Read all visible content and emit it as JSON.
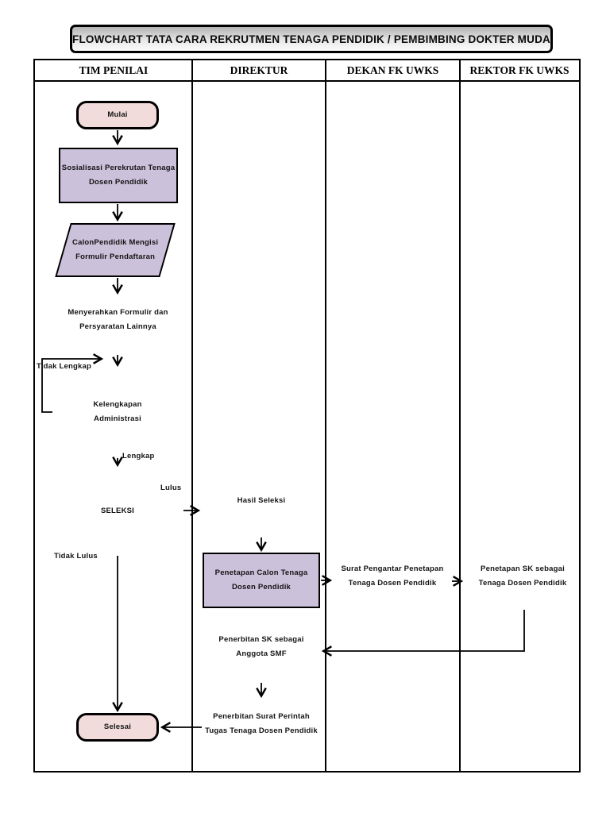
{
  "title": "FLOWCHART TATA CARA REKRUTMEN TENAGA PENDIDIK / PEMBIMBING DOKTER MUDA",
  "lanes": [
    {
      "label": "TIM PENILAI"
    },
    {
      "label": "DIREKTUR"
    },
    {
      "label": "DEKAN FK UWKS"
    },
    {
      "label": "REKTOR FK UWKS"
    }
  ],
  "nodes": {
    "mulai": {
      "label": "Mulai",
      "type": "terminator"
    },
    "sosialisasi": {
      "label": "Sosialisasi Perekrutan Tenaga Dosen Pendidik",
      "type": "process"
    },
    "calon_pendidik": {
      "label": "CalonPendidik Mengisi Formulir Pendaftaran",
      "type": "input"
    },
    "menyerahkan": {
      "label": "Menyerahkan Formulir dan Persyaratan Lainnya",
      "type": "document"
    },
    "kelengkapan": {
      "label": "Kelengkapan Administrasi",
      "type": "decision"
    },
    "seleksi": {
      "label": "SELEKSI",
      "type": "decision"
    },
    "hasil_seleksi": {
      "label": "Hasil Seleksi",
      "type": "document"
    },
    "penetapan_calon": {
      "label": "Penetapan Calon Tenaga Dosen Pendidik",
      "type": "process"
    },
    "surat_pengantar": {
      "label": "Surat Pengantar Penetapan Tenaga Dosen Pendidik",
      "type": "document"
    },
    "penetapan_sk": {
      "label": "Penetapan SK sebagai Tenaga Dosen Pendidik",
      "type": "document"
    },
    "penerbitan_sk": {
      "label": "Penerbitan SK sebagai Anggota SMF",
      "type": "document"
    },
    "penerbitan_surat": {
      "label": "Penerbitan Surat Perintah Tugas Tenaga Dosen Pendidik",
      "type": "document"
    },
    "selesai": {
      "label": "Selesai",
      "type": "terminator"
    }
  },
  "edge_labels": {
    "tidak_lengkap": "Tidak Lengkap",
    "lengkap": "Lengkap",
    "lulus": "Lulus",
    "tidak_lulus": "Tidak Lulus"
  },
  "colors": {
    "terminator_fill": "#F2DCDB",
    "process_fill": "#CCC1DA",
    "document_fill": "#95B3D7",
    "decision_fill": "#95B3D7",
    "line": "#000000"
  }
}
